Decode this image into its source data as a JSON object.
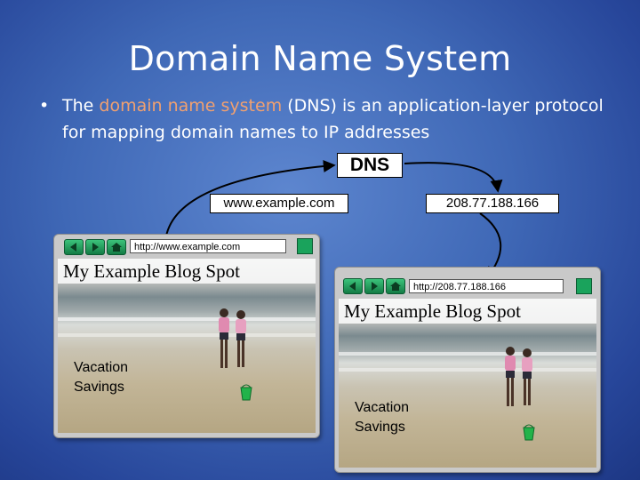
{
  "slide": {
    "title": "Domain Name System",
    "bullet_prefix": "The ",
    "bullet_highlight": "domain name system",
    "bullet_suffix": " (DNS) is an application-layer protocol  for mapping domain names to IP addresses"
  },
  "diagram": {
    "dns_label": "DNS",
    "domain_label": "www.example.com",
    "ip_label": "208.77.188.166"
  },
  "browser_left": {
    "address": "http://www.example.com",
    "page_title": "My Example Blog Spot",
    "sidebar_line1": "Vacation",
    "sidebar_line2": "Savings"
  },
  "browser_right": {
    "address": "http://208.77.188.166",
    "page_title": "My Example Blog Spot",
    "sidebar_line1": "Vacation",
    "sidebar_line2": "Savings"
  },
  "colors": {
    "highlight": "#f0a070",
    "nav_button": "#1aa35c",
    "bucket": "#22b34a"
  },
  "icons": [
    "back-arrow-icon",
    "forward-arrow-icon",
    "home-icon",
    "go-button-icon",
    "bucket-icon"
  ]
}
